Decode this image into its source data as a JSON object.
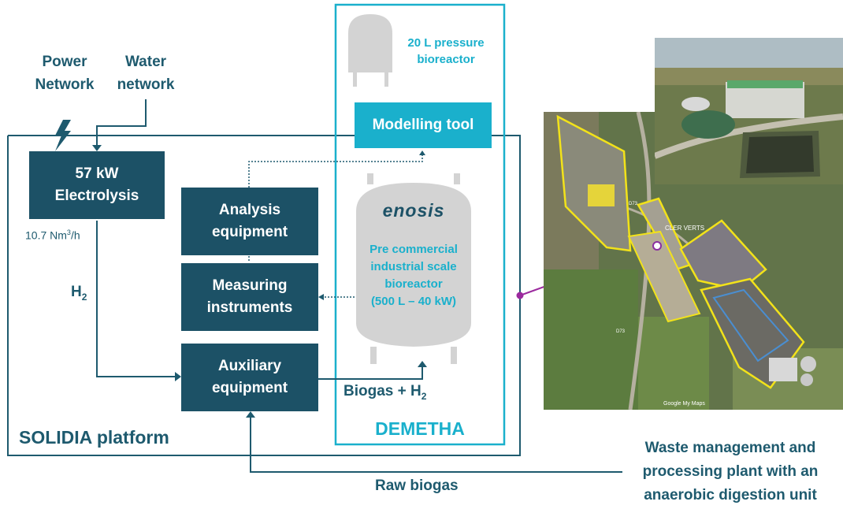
{
  "inputs": {
    "power_line1": "Power",
    "power_line2": "Network",
    "water_line1": "Water",
    "water_line2": "network"
  },
  "electrolysis": {
    "line1": "57 kW",
    "line2": "Electrolysis"
  },
  "flow_rate": {
    "value": "10.7 Nm",
    "sup": "3",
    "unit": "/h"
  },
  "h2_label": {
    "main": "H",
    "sub": "2"
  },
  "analysis": {
    "line1": "Analysis",
    "line2": "equipment"
  },
  "measuring": {
    "line1": "Measuring",
    "line2": "instruments"
  },
  "auxiliary": {
    "line1": "Auxiliary",
    "line2": "equipment"
  },
  "small_reactor": {
    "line1": "20 L pressure",
    "line2": "bioreactor"
  },
  "modelling_tool": "Modelling tool",
  "large_reactor": {
    "logo": "enosis",
    "line1": "Pre commercial",
    "line2": "industrial scale",
    "line3": "bioreactor",
    "line4": "(500 L – 40 kW)"
  },
  "biogas_h2": {
    "main": "Biogas + H",
    "sub": "2"
  },
  "demetha": "DEMETHA",
  "platform": "SOLIDIA platform",
  "raw_biogas": "Raw biogas",
  "plant": {
    "line1": "Waste management and",
    "line2": "processing plant with an",
    "line3": "anaerobic digestion unit"
  },
  "map": {
    "place": "CLER VERTS",
    "road1": "D73",
    "road2": "D73",
    "credit": "Google My Maps"
  },
  "colors": {
    "dark_box": "#1c5166",
    "cyan": "#1ab0cc",
    "dark_text": "#1e5a6e",
    "map_outline": "#f2e21a",
    "pointer": "#9b2a9e"
  }
}
